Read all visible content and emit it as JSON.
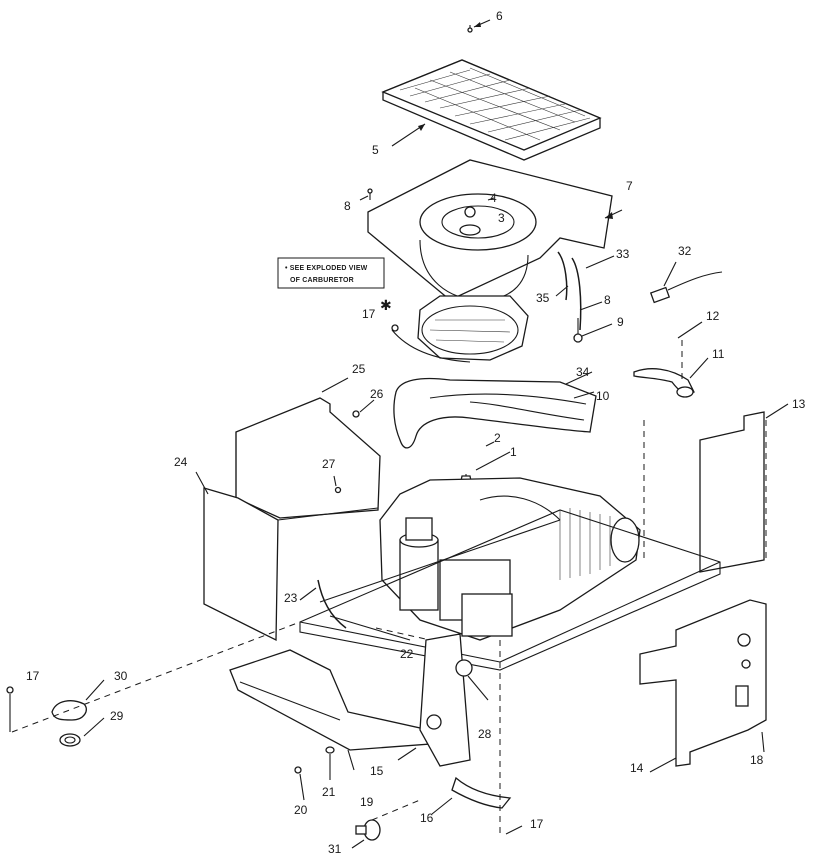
{
  "note": {
    "line1": "• SEE EXPLODED VIEW",
    "line2": "OF CARBURETOR"
  },
  "labels": {
    "l6": "6",
    "l5": "5",
    "l8a": "8",
    "l3": "3",
    "l4": "4",
    "l7": "7",
    "l33": "33",
    "l32": "32",
    "l35": "35",
    "l8b": "8",
    "l9": "9",
    "l17a": "17",
    "l25": "25",
    "l26": "26",
    "l34": "34",
    "l10": "10",
    "l12": "12",
    "l11": "11",
    "l13": "13",
    "l2": "2",
    "l1": "1",
    "l24": "24",
    "l27": "27",
    "l23": "23",
    "l22": "22",
    "l17b": "17",
    "l30": "30",
    "l29": "29",
    "l28": "28",
    "l15": "15",
    "l14": "14",
    "l18": "18",
    "l21": "21",
    "l20": "20",
    "l19": "19",
    "l16": "16",
    "l17c": "17",
    "l31": "31"
  },
  "colors": {
    "ink": "#1a1a1a",
    "paper": "#ffffff"
  }
}
